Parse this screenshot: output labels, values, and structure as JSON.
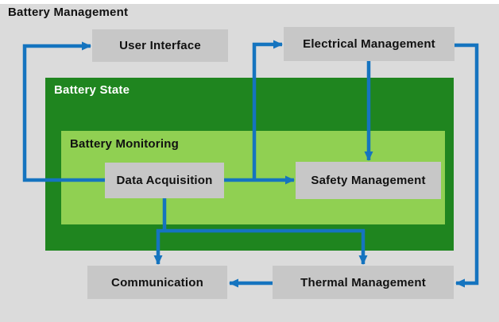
{
  "diagram": {
    "title": "Battery Management",
    "containers": {
      "battery_state": {
        "label": "Battery State"
      },
      "battery_monitoring": {
        "label": "Battery Monitoring"
      }
    },
    "nodes": {
      "user_interface": {
        "label": "User Interface"
      },
      "electrical_management": {
        "label": "Electrical Management"
      },
      "data_acquisition": {
        "label": "Data Acquisition"
      },
      "safety_management": {
        "label": "Safety Management"
      },
      "communication": {
        "label": "Communication"
      },
      "thermal_management": {
        "label": "Thermal Management"
      }
    },
    "edges": [
      {
        "from": "data_acquisition",
        "to": "user_interface"
      },
      {
        "from": "data_acquisition",
        "to": "electrical_management"
      },
      {
        "from": "data_acquisition",
        "to": "safety_management"
      },
      {
        "from": "electrical_management",
        "to": "safety_management"
      },
      {
        "from": "electrical_management",
        "to": "thermal_management"
      },
      {
        "from": "data_acquisition",
        "to": "communication"
      },
      {
        "from": "data_acquisition",
        "to": "thermal_management"
      },
      {
        "from": "thermal_management",
        "to": "communication"
      }
    ],
    "colors": {
      "background": "#dbdbdb",
      "node_fill": "#c7c7c7",
      "battery_state_fill": "#1f851f",
      "battery_monitoring_fill": "#90d052",
      "connector": "#1574bf",
      "battery_state_label_color": "#ffffff",
      "text": "#111111"
    }
  }
}
